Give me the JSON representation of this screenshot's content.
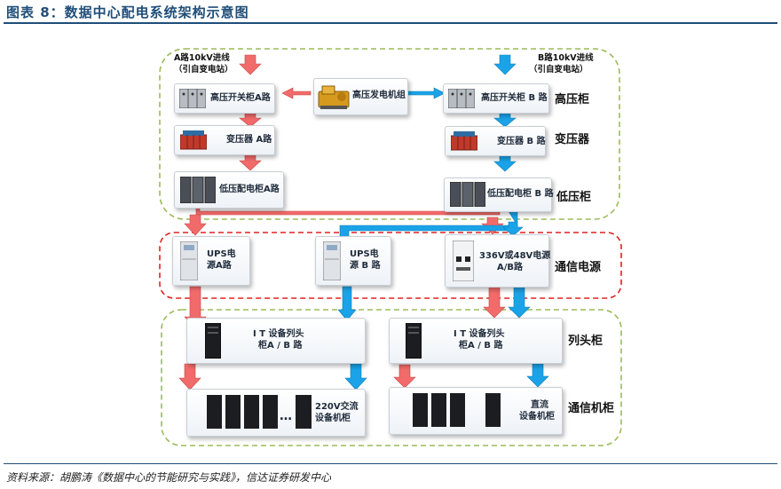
{
  "title": "图表 8：数据中心配电系统架构示意图",
  "source": "资料来源：胡鹏涛《数据中心的节能研究与实践》，信达证券研发中心",
  "sources": {
    "a_line1": "A路10kV进线",
    "a_line2": "（引自变电站）",
    "b_line1": "B路10kV进线",
    "b_line2": "（引自变电站）"
  },
  "boxes": {
    "generator": "高压发电机组",
    "hv_a": "高压开关柜A路",
    "hv_b": "高压开关柜 B 路",
    "tx_a": "变压器 A路",
    "tx_b": "变压器 B 路",
    "lv_a": "低压配电柜A路",
    "lv_b": "低压配电柜 B 路",
    "ups_a_1": "UPS电",
    "ups_a_2": "源A路",
    "ups_b_1": "UPS电",
    "ups_b_2": "源 B 路",
    "dc_power_1": "336V或48V电源",
    "dc_power_2": "A/B路",
    "it_head_left_1": "I T 设备列头",
    "it_head_left_2": "柜A / B 路",
    "it_head_right_1": "I T 设备列头",
    "it_head_right_2": "柜A / B 路",
    "ac_rack_1": "220V交流",
    "ac_rack_2": "设备机柜",
    "dc_rack_1": "直流",
    "dc_rack_2": "设备机柜",
    "ellipsis": "…"
  },
  "side_labels": {
    "hv": "高压柜",
    "tx": "变压器",
    "lv": "低压柜",
    "comm_power": "通信电源",
    "row_head": "列头柜",
    "comm_rack": "通信机柜"
  },
  "colors": {
    "a_path": "#f26b6b",
    "b_path": "#1aa3e8",
    "green_dash": "#9bbb59",
    "red_dash": "#e02020",
    "title": "#1f4e79"
  }
}
